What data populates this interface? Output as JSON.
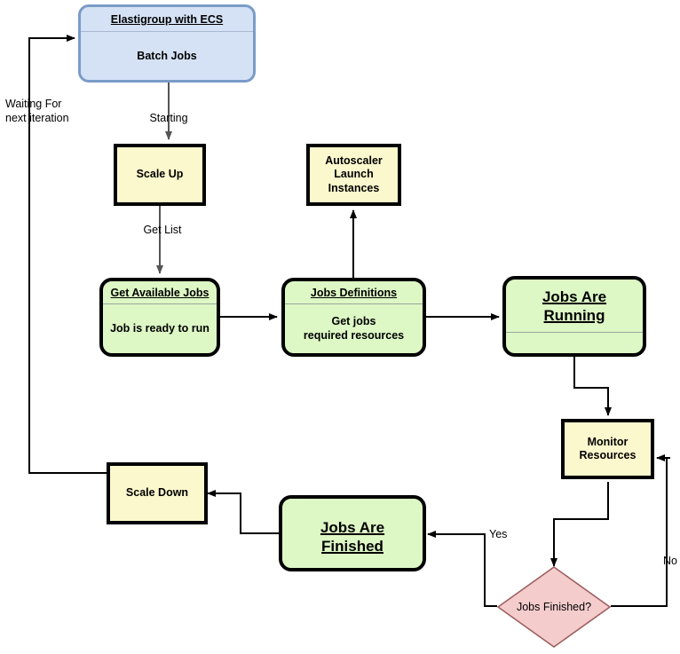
{
  "diagram": {
    "title": "Elastigroup with ECS batch jobs autoscaling flow",
    "colors": {
      "group_fill": "#d5e2f5",
      "group_stroke": "#7a9bc8",
      "process_fill": "#fcf8cd",
      "process_stroke": "#000000",
      "state_fill": "#ddf7c5",
      "state_stroke": "#000000",
      "decision_fill": "#f4cccc",
      "decision_stroke": "#7f3f3f",
      "edge_stroke": "#000000",
      "edge_stroke_gray": "#6a6a6a"
    }
  },
  "nodes": {
    "elastigroup": {
      "title": "Elastigroup with ECS",
      "body": "Batch Jobs"
    },
    "scale_up": {
      "body": "Scale Up"
    },
    "autoscaler": {
      "body": "Autoscaler\nLaunch\nInstances"
    },
    "get_available_jobs": {
      "title": "Get Available Jobs",
      "body": "Job is ready to run"
    },
    "jobs_definitions": {
      "title": "Jobs Definitions",
      "body": "Get jobs\nrequired resources"
    },
    "jobs_are_running": {
      "title": "Jobs Are\nRunning",
      "body": ""
    },
    "monitor_resources": {
      "body": "Monitor\nResources"
    },
    "jobs_finished_decision": {
      "body": "Jobs Finished?"
    },
    "jobs_are_finished": {
      "title": "Jobs Are\nFinished",
      "body": ""
    },
    "scale_down": {
      "body": "Scale Down"
    }
  },
  "edge_labels": {
    "starting": "Starting",
    "get_list": "Get List",
    "yes": "Yes",
    "no": "No",
    "waiting": "Waiting For\nnext iteration"
  }
}
